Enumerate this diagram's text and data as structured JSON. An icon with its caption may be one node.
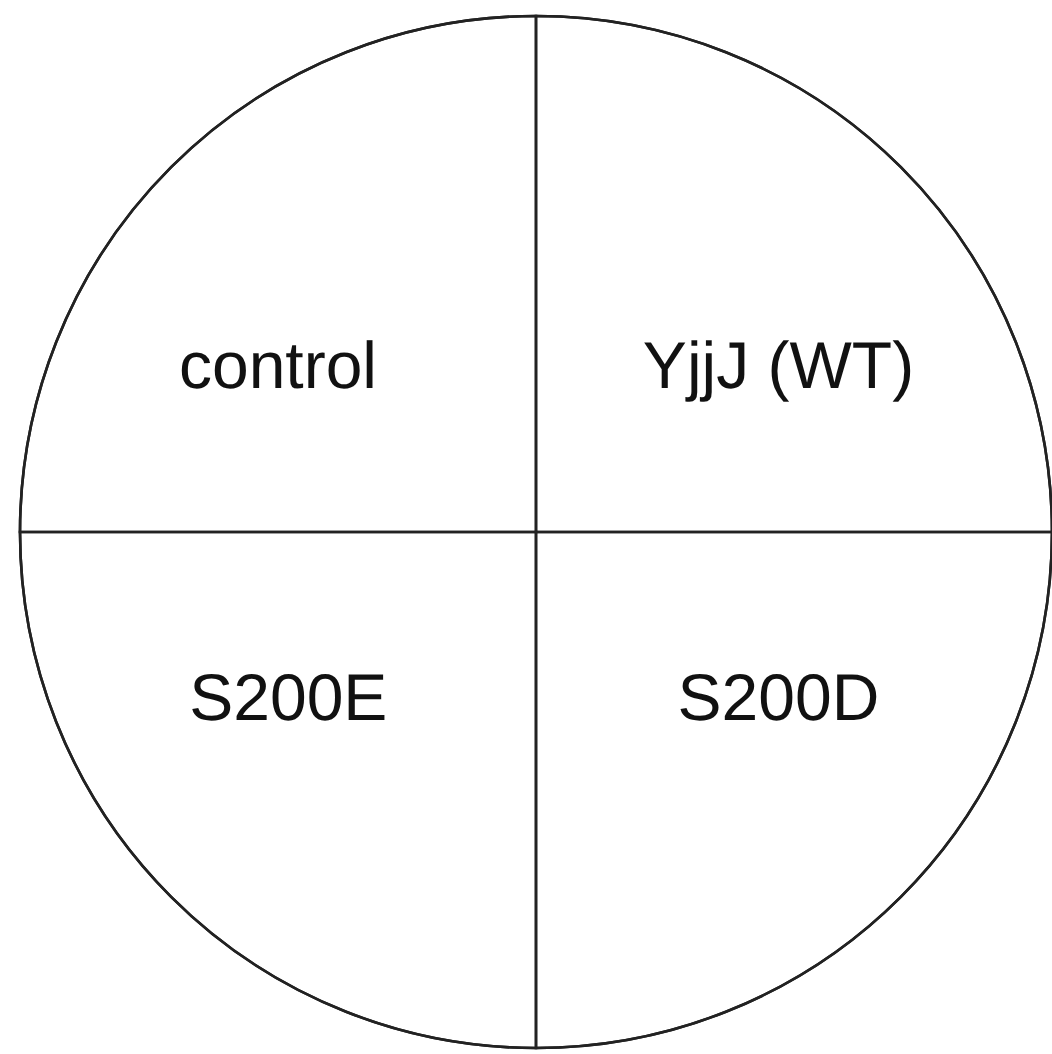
{
  "diagram": {
    "nodes": [
      {
        "text": [],
        "shape": "circle"
      },
      {
        "text": [
          "control"
        ],
        "in": 0
      },
      {
        "text": [
          "YjjJ (WT)"
        ],
        "in": 0
      },
      {
        "text": [
          "S200E"
        ],
        "in": 0
      },
      {
        "text": [
          "S200D"
        ],
        "in": 0
      }
    ],
    "edges": []
  }
}
